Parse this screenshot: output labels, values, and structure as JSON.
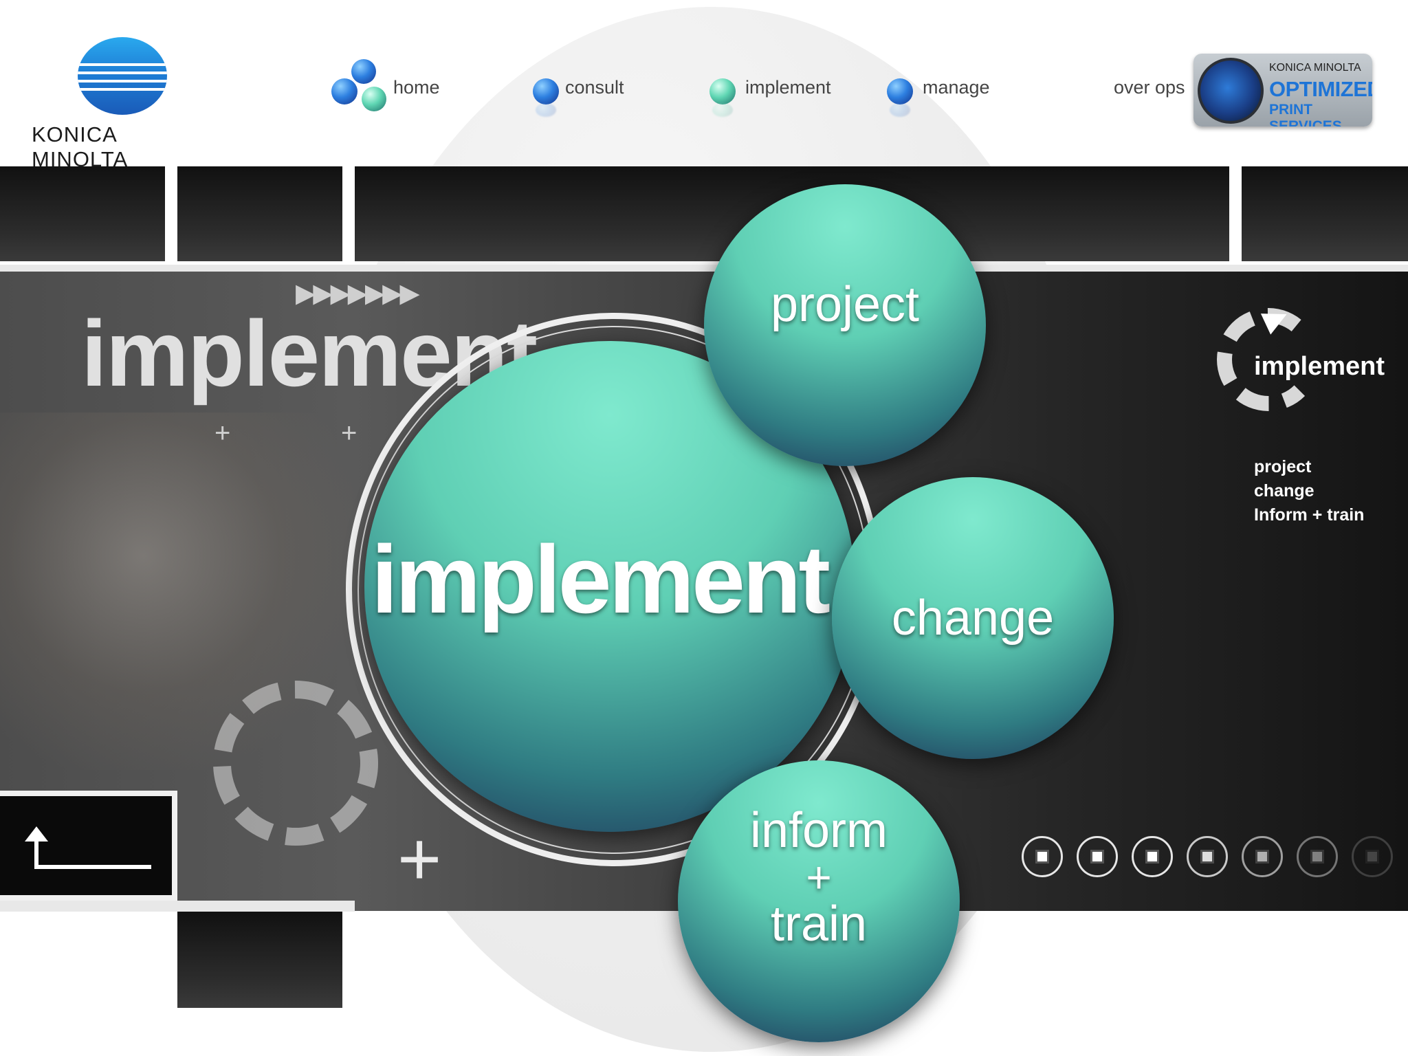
{
  "logo": {
    "brand": "KONICA MINOLTA"
  },
  "nav": {
    "items": [
      {
        "label": "home"
      },
      {
        "label": "consult"
      },
      {
        "label": "implement"
      },
      {
        "label": "manage"
      },
      {
        "label": "over ops"
      }
    ]
  },
  "badge": {
    "line1": "KONICA MINOLTA",
    "line2": "OPTIMIZED",
    "line3": "PRINT SERVICES"
  },
  "stage": {
    "heading": "implement",
    "center": "implement",
    "bubbles": {
      "project": "project",
      "change": "change",
      "inform_line1": "inform",
      "inform_plus": "+",
      "inform_line2": "train"
    }
  },
  "side_menu": {
    "title": "implement",
    "items": [
      "project",
      "change",
      "Inform + train"
    ]
  },
  "colors": {
    "sphere": "#5fcfb4",
    "nav_blue": "#2d7fe0",
    "nav_green": "#5fd6b3",
    "badge_blue": "#1e74d6"
  },
  "icons": {
    "back": "back-arrow-icon",
    "spinner": "spinner-icon",
    "page": "page-icon"
  }
}
